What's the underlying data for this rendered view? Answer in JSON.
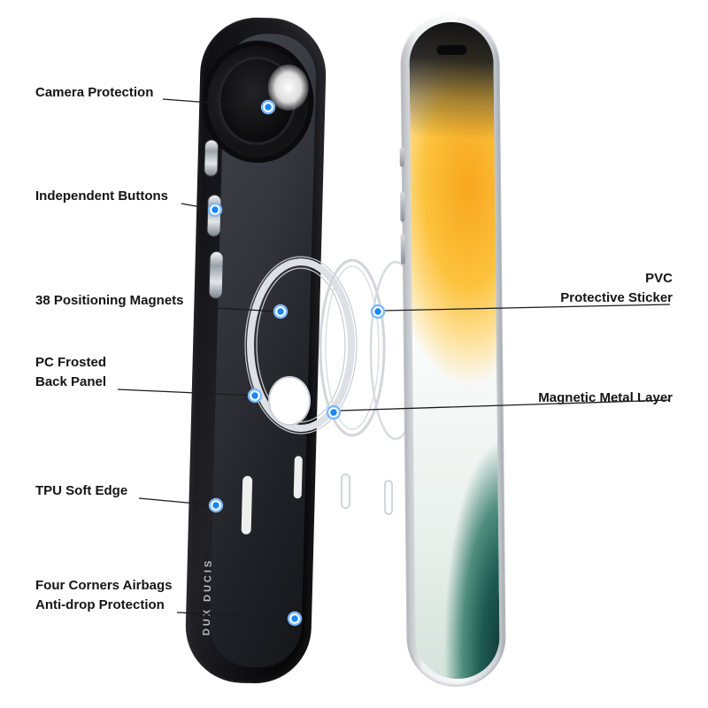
{
  "diagram": {
    "brand_text": "DUX DUCIS",
    "accent": "#1787f7",
    "callouts": {
      "left": [
        {
          "lines": [
            "Camera Protection"
          ]
        },
        {
          "lines": [
            "Independent Buttons"
          ]
        },
        {
          "lines": [
            "38 Positioning Magnets"
          ]
        },
        {
          "lines": [
            "PC Frosted",
            "Back Panel"
          ]
        },
        {
          "lines": [
            "TPU Soft Edge"
          ]
        },
        {
          "lines": [
            "Four Corners Airbags",
            "Anti-drop Protection"
          ]
        }
      ],
      "right": [
        {
          "lines": [
            "PVC",
            "Protective Sticker"
          ]
        },
        {
          "lines": [
            "Magnetic Metal Layer"
          ]
        }
      ]
    }
  }
}
